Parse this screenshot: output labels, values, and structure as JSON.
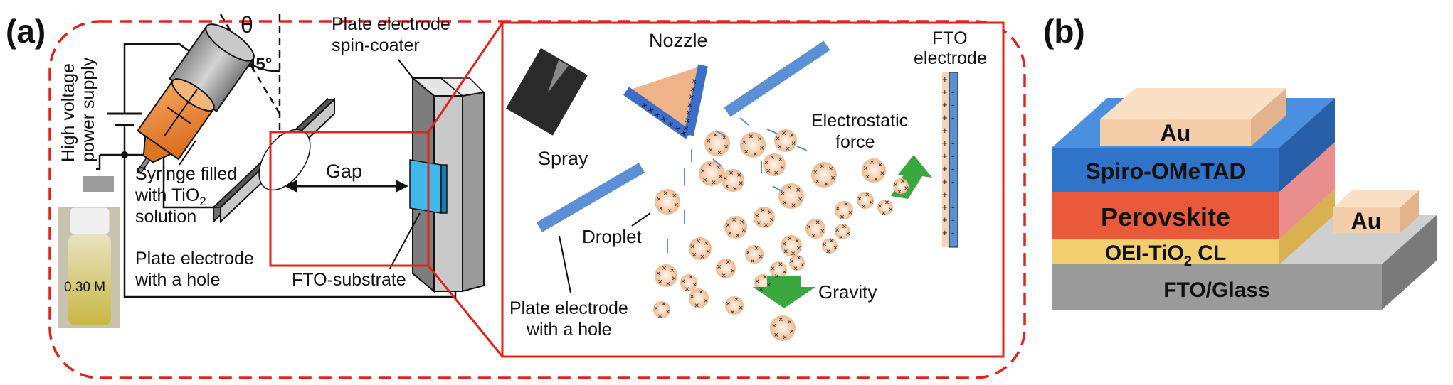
{
  "panel_a": {
    "panel_label": "(a)",
    "power_supply": [
      "High voltage",
      "power supply"
    ],
    "theta": "θ",
    "angle": "45°",
    "syringe": [
      "Syringe  filled",
      "with TiO",
      "solution"
    ],
    "syringe_sub": "2",
    "vial": "0.30 M",
    "gap": "Gap",
    "plate_hole": [
      "Plate electrode",
      "with a hole"
    ],
    "spin_coater": [
      "Plate electrode",
      "spin-coater"
    ],
    "fto_substrate": "FTO-substrate"
  },
  "zoom": {
    "nozzle": "Nozzle",
    "spray": "Spray",
    "fto_electrode": [
      "FTO",
      "electrode"
    ],
    "electrostatic": [
      "Electrostatic",
      "force"
    ],
    "droplet": "Droplet",
    "gravity": "Gravity",
    "plate_hole": [
      "Plate electrode",
      "with a hole"
    ]
  },
  "panel_b": {
    "panel_label": "(b)",
    "layers": {
      "au_top": "Au",
      "spiro": "Spiro-OMeTAD",
      "perovskite": "Perovskite",
      "au_side": "Au",
      "oei_prefix": "OEI-TiO",
      "oei_sub": "2",
      "oei_suffix": " CL",
      "fto": "FTO/Glass"
    }
  },
  "colors": {
    "dashed_frame": "#e2231a",
    "zoom_frame": "#e2231a",
    "electrode_blue": "#5b8fd6",
    "droplet": "#f3c9a5",
    "arrow_green": "#3aa83f",
    "syringe_orange": "#e8822f",
    "spiro_blue": "#2f74c9",
    "perovskite": "#ea5a3a",
    "oei": "#f2cf6e",
    "fto_gray": "#9a9a9a",
    "au": "#f4cda9"
  }
}
